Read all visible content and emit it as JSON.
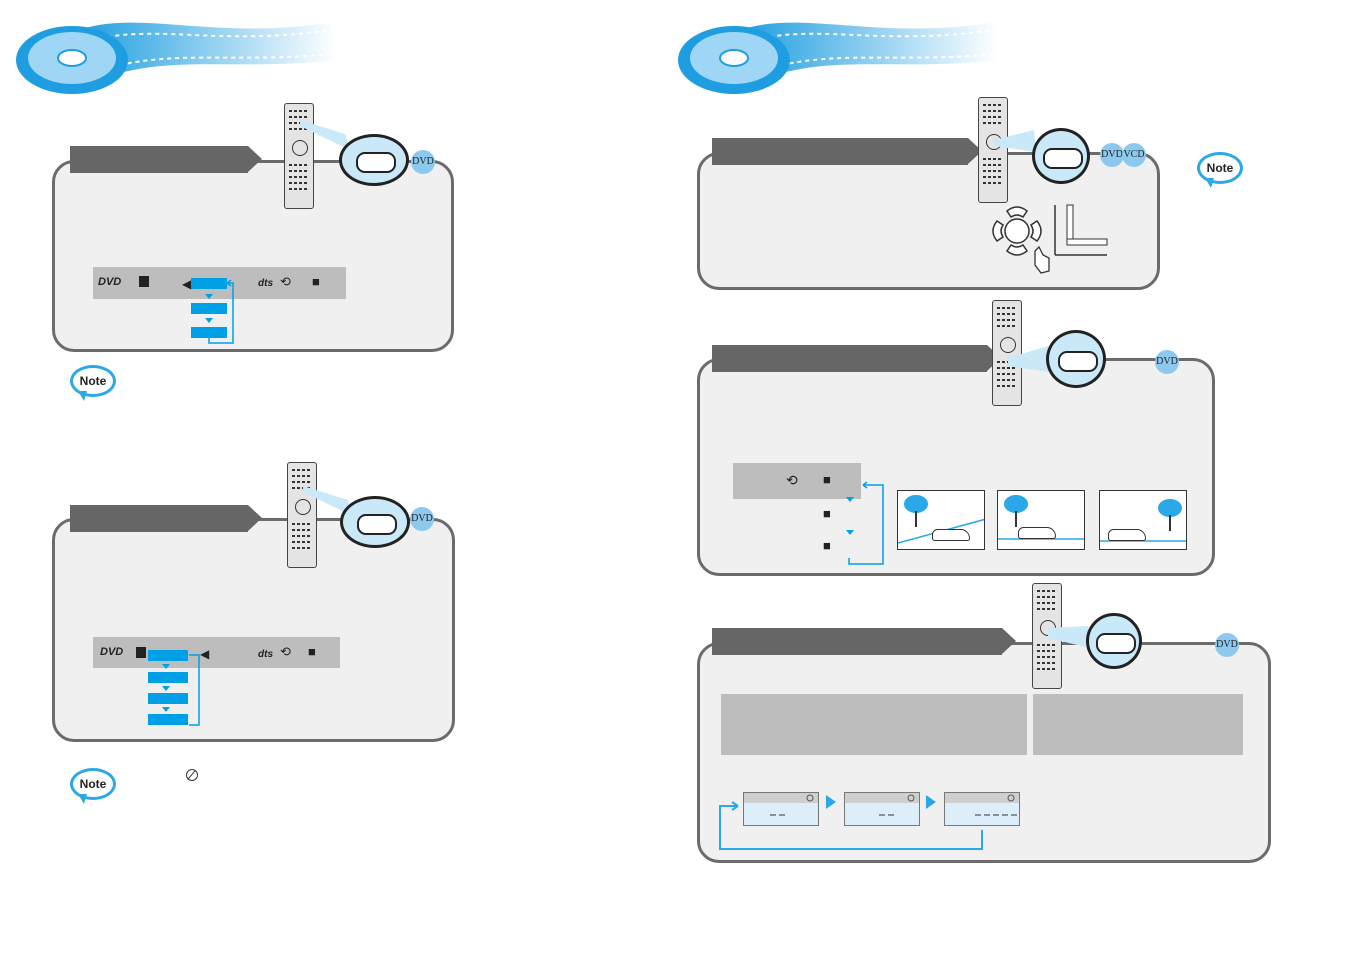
{
  "badges": {
    "dvd": "DVD",
    "vcd": "VCD"
  },
  "notes": {
    "label": "Note"
  },
  "osd": {
    "brand": "DVD",
    "audio_format": "dts"
  },
  "colors": {
    "accent": "#00a0e6",
    "panel_border": "#6b6b6b",
    "header": "#666666",
    "bubble": "#c9e8f8",
    "badge": "#8dc9ef"
  },
  "icons": [
    "disc-film-banner-icon",
    "remote-icon",
    "dvd-badge-icon",
    "vcd-badge-icon",
    "note-icon",
    "speaker-icon",
    "repeat-icon",
    "camera-angle-icon",
    "prohibited-icon",
    "hand-pointer-icon",
    "direction-pad-icon"
  ]
}
